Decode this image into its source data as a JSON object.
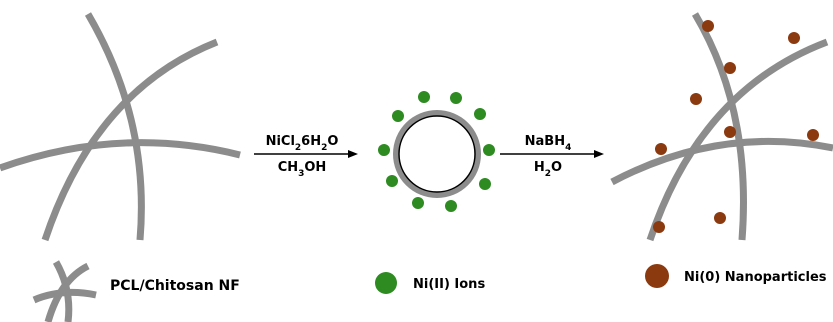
{
  "colors": {
    "fiber": "#8c8c8c",
    "ion": "#2e8b22",
    "nanoparticle": "#8b3a10",
    "arrow": "#000000",
    "text": "#000000"
  },
  "steps": {
    "step1": {
      "reagent_html": "NiCl<tspan baseline-shift='sub' font-size='9'>2</tspan>6H<tspan baseline-shift='sub' font-size='9'>2</tspan>O",
      "solvent_html": "CH<tspan baseline-shift='sub' font-size='9'>3</tspan>OH"
    },
    "step2": {
      "reagent_html": "NaBH<tspan baseline-shift='sub' font-size='9'>4</tspan>",
      "solvent_html": "H<tspan baseline-shift='sub' font-size='9'>2</tspan>O"
    }
  },
  "legend": {
    "fiber_label": "PCL/Chitosan NF",
    "ion_label": "Ni(II) Ions",
    "nanoparticle_label": "Ni(0) Nanoparticles"
  }
}
